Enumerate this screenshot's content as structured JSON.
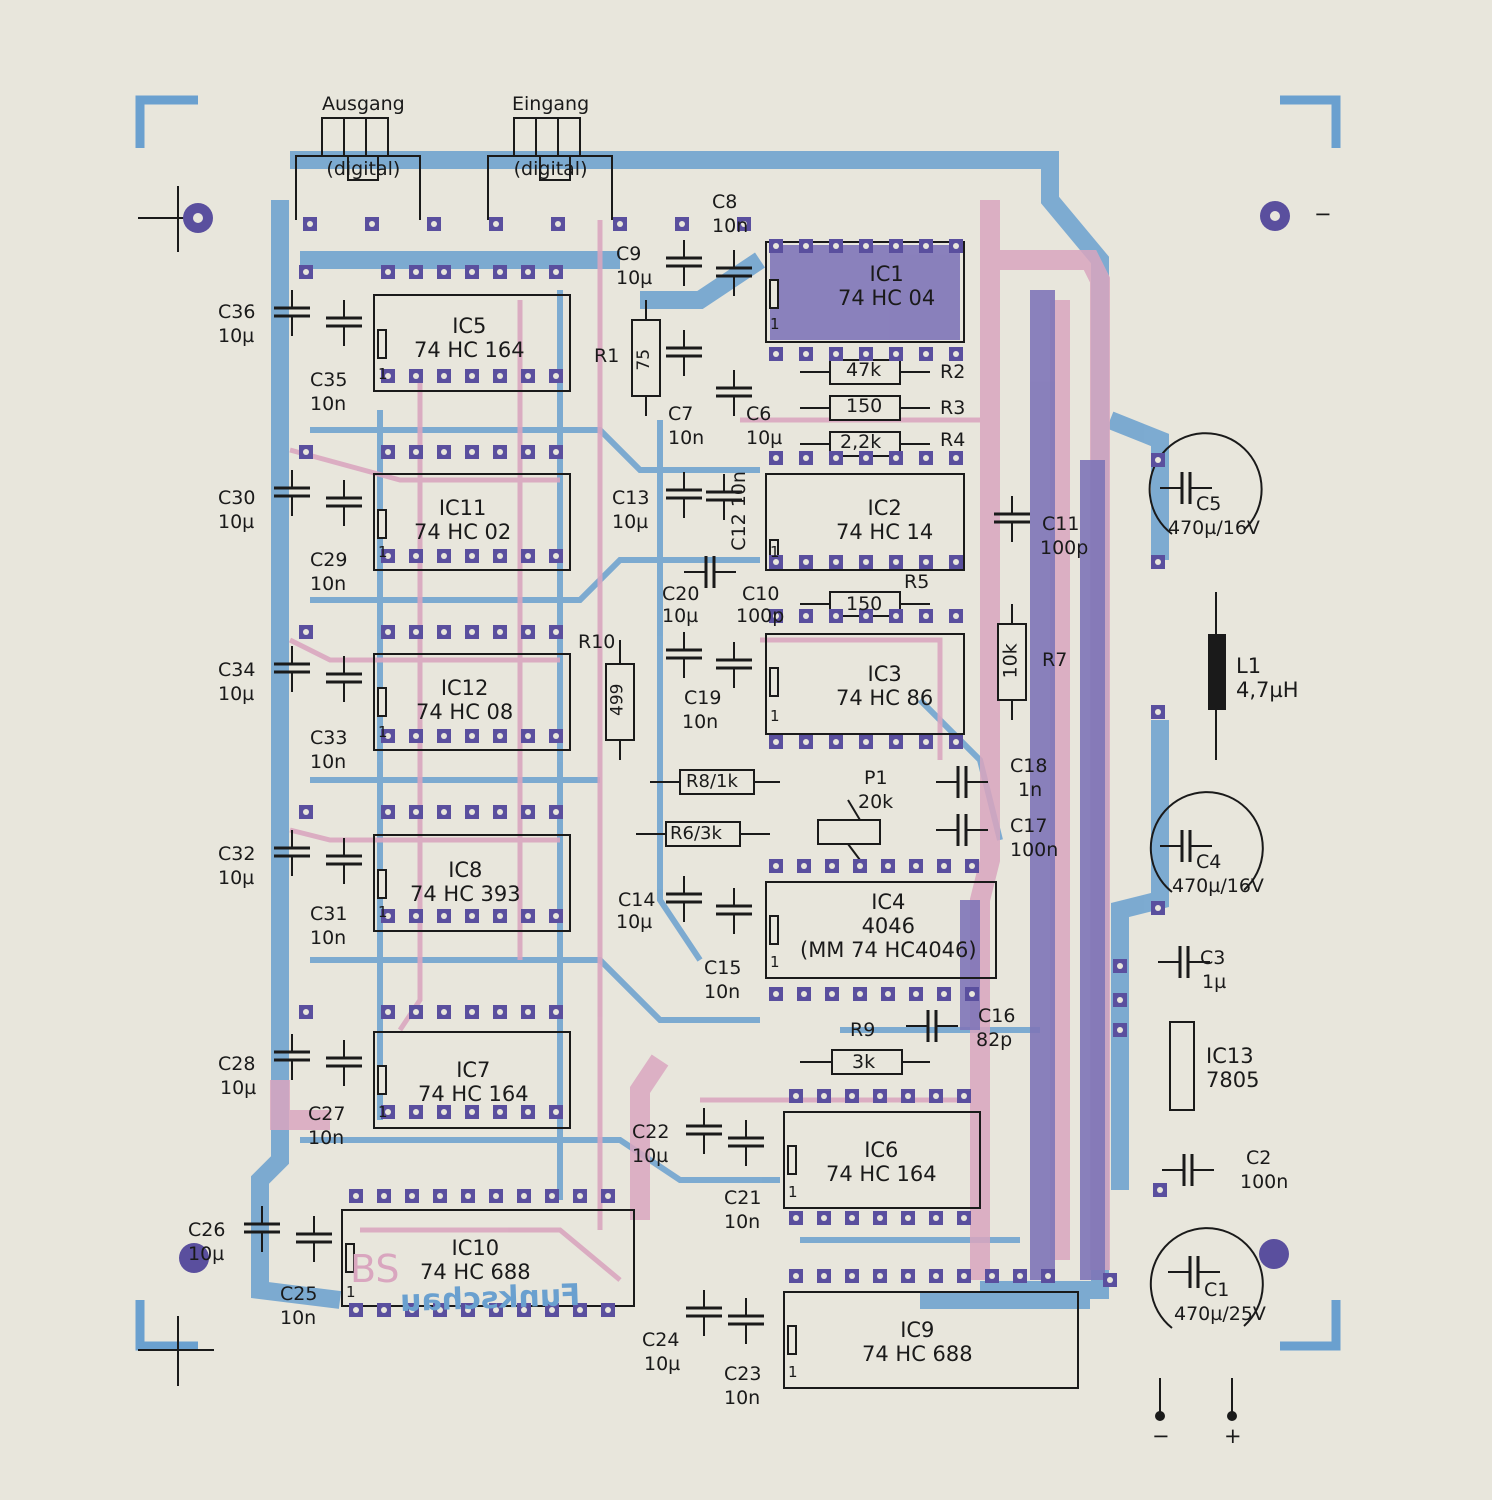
{
  "connectors": {
    "output": {
      "line1": "Ausgang",
      "line2": "(digital)"
    },
    "input": {
      "line1": "Eingang",
      "line2": "(digital)"
    }
  },
  "ics": [
    {
      "ref": "IC1",
      "type": "74 HC 04",
      "pin1": "1"
    },
    {
      "ref": "IC2",
      "type": "74 HC 14",
      "pin1": "1"
    },
    {
      "ref": "IC3",
      "type": "74 HC 86",
      "pin1": "1"
    },
    {
      "ref": "IC4",
      "type": "4046",
      "type2": "(MM 74 HC4046)",
      "pin1": "1"
    },
    {
      "ref": "IC5",
      "type": "74 HC 164",
      "pin1": "1"
    },
    {
      "ref": "IC6",
      "type": "74 HC 164",
      "pin1": "1"
    },
    {
      "ref": "IC7",
      "type": "74 HC 164",
      "pin1": "1"
    },
    {
      "ref": "IC8",
      "type": "74 HC 393",
      "pin1": "1"
    },
    {
      "ref": "IC9",
      "type": "74 HC 688",
      "pin1": "1"
    },
    {
      "ref": "IC10",
      "type": "74 HC 688",
      "pin1": "1"
    },
    {
      "ref": "IC11",
      "type": "74 HC 02",
      "pin1": "1"
    },
    {
      "ref": "IC12",
      "type": "74 HC 08",
      "pin1": "1"
    },
    {
      "ref": "IC13",
      "type": "7805"
    }
  ],
  "resistors": [
    {
      "ref": "R1",
      "value": "75"
    },
    {
      "ref": "R2",
      "value": "47k"
    },
    {
      "ref": "R3",
      "value": "150"
    },
    {
      "ref": "R4",
      "value": "2,2k"
    },
    {
      "ref": "R5",
      "value": "150"
    },
    {
      "ref": "R7",
      "value": "10k"
    },
    {
      "ref": "R10",
      "value": "499"
    },
    {
      "ref": "R8",
      "value": "R8/1k"
    },
    {
      "ref": "R6",
      "value": "R6/3k"
    },
    {
      "ref": "R9",
      "value": "3k"
    }
  ],
  "pot": {
    "ref": "P1",
    "value": "20k"
  },
  "capacitors": [
    {
      "ref": "C1",
      "value": "470µ/25V"
    },
    {
      "ref": "C2",
      "value": "100n"
    },
    {
      "ref": "C3",
      "value": "1µ"
    },
    {
      "ref": "C4",
      "value": "470µ/16V"
    },
    {
      "ref": "C5",
      "value": "470µ/16V"
    },
    {
      "ref": "C6",
      "value": "10µ"
    },
    {
      "ref": "C7",
      "value": "10n"
    },
    {
      "ref": "C8",
      "value": "10n"
    },
    {
      "ref": "C9",
      "value": "10µ"
    },
    {
      "ref": "C10",
      "value": "100p"
    },
    {
      "ref": "C11",
      "value": "100p"
    },
    {
      "ref": "C12",
      "value": "C12 10n"
    },
    {
      "ref": "C13",
      "value": "10µ"
    },
    {
      "ref": "C14",
      "value": "10µ"
    },
    {
      "ref": "C15",
      "value": "10n"
    },
    {
      "ref": "C16",
      "value": "82p"
    },
    {
      "ref": "C17",
      "value": "100n"
    },
    {
      "ref": "C18",
      "value": "1n"
    },
    {
      "ref": "C19",
      "value": "10n"
    },
    {
      "ref": "C20",
      "value": "10µ"
    },
    {
      "ref": "C21",
      "value": "10n"
    },
    {
      "ref": "C22",
      "value": "10µ"
    },
    {
      "ref": "C23",
      "value": "10n"
    },
    {
      "ref": "C24",
      "value": "10µ"
    },
    {
      "ref": "C25",
      "value": "10n"
    },
    {
      "ref": "C26",
      "value": "10µ"
    },
    {
      "ref": "C27",
      "value": "10n"
    },
    {
      "ref": "C28",
      "value": "10µ"
    },
    {
      "ref": "C29",
      "value": "10n"
    },
    {
      "ref": "C30",
      "value": "10µ"
    },
    {
      "ref": "C31",
      "value": "10n"
    },
    {
      "ref": "C32",
      "value": "10µ"
    },
    {
      "ref": "C33",
      "value": "10n"
    },
    {
      "ref": "C34",
      "value": "10µ"
    },
    {
      "ref": "C35",
      "value": "10n"
    },
    {
      "ref": "C36",
      "value": "10µ"
    }
  ],
  "inductor": {
    "ref": "L1",
    "value": "4,7µH"
  },
  "power": {
    "minus": "−",
    "plus": "+",
    "minus_top": "−"
  },
  "watermark": {
    "bs": "BS",
    "funk": "Funkschau"
  },
  "colors": {
    "paper": "#e8e6dc",
    "blue_copper": "#6aa0cf",
    "red_copper": "#d9a6bf",
    "component_ink": "#1a1a1a",
    "pad": "#5a4f9e"
  }
}
